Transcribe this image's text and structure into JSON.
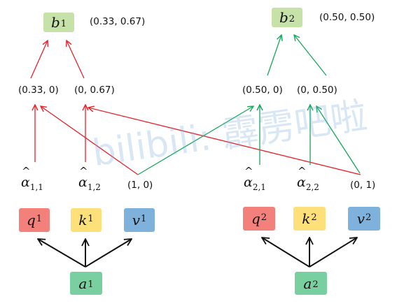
{
  "colors": {
    "red": "#e8212a",
    "green": "#16a85a",
    "black": "#111111",
    "b_box": "#c6e2a8",
    "q_box": "#f4807b",
    "k_box": "#fde07a",
    "v_box": "#7eb2dc",
    "a_box": "#79cfa0"
  },
  "left": {
    "b": {
      "letter": "b",
      "sub": "1"
    },
    "b_value": "(0.33, 0.67)",
    "mid_left": "(0.33, 0)",
    "mid_right": "(0, 0.67)",
    "alpha1": {
      "sub": "1,1"
    },
    "alpha2": {
      "sub": "1,2"
    },
    "vector": "(1, 0)",
    "q": {
      "letter": "q",
      "sup": "1"
    },
    "k": {
      "letter": "k",
      "sup": "1"
    },
    "v": {
      "letter": "v",
      "sup": "1"
    },
    "a": {
      "letter": "a",
      "sub": "1"
    }
  },
  "right": {
    "b": {
      "letter": "b",
      "sub": "2"
    },
    "b_value": "(0.50, 0.50)",
    "mid_left": "(0.50, 0)",
    "mid_right": "(0, 0.50)",
    "alpha1": {
      "sub": "2,1"
    },
    "alpha2": {
      "sub": "2,2"
    },
    "vector": "(0, 1)",
    "q": {
      "letter": "q",
      "sup": "2"
    },
    "k": {
      "letter": "k",
      "sup": "2"
    },
    "v": {
      "letter": "v",
      "sup": "2"
    },
    "a": {
      "letter": "a",
      "sub": "2"
    }
  },
  "alpha_symbol": "α",
  "watermark": "bilibili: 霹雳吧啦"
}
